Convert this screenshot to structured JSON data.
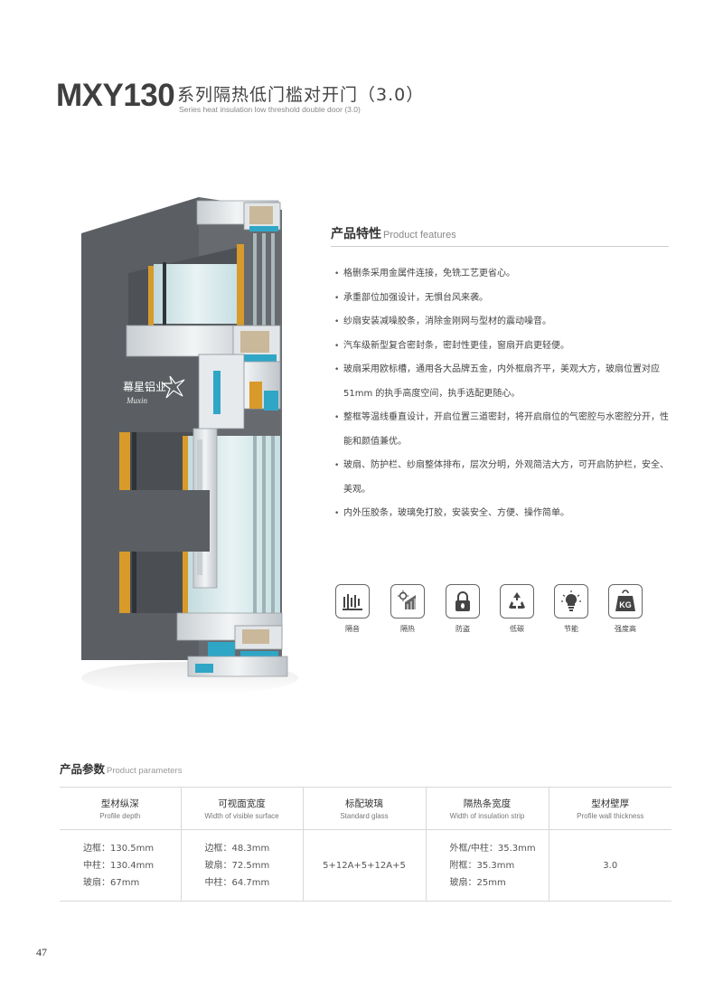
{
  "header": {
    "model": "MXY130",
    "title_cn": "系列隔热低门槛对开门（3.0）",
    "title_en": "Series heat insulation low threshold double door (3.0)"
  },
  "product_image": {
    "logo_cn": "幕星铝业",
    "logo_en": "Muxin"
  },
  "features": {
    "title_cn": "产品特性",
    "title_en": "Product features",
    "items": [
      "格删条采用金属件连接，免铣工艺更省心。",
      "承重部位加强设计，无惧台风来袭。",
      "纱扇安装减噪胶条，消除金刚网与型材的震动噪音。",
      "汽车级新型复合密封条，密封性更佳，窗扇开启更轻便。",
      "玻扇采用欧标槽，通用各大品牌五金，内外框扇齐平，美观大方，玻扇位置对应 51mm 的执手高度空间，执手选配更随心。",
      "整框等温线垂直设计，开启位置三道密封，将开启扇位的气密腔与水密腔分开，性能和颜值兼优。",
      "玻扇、防护栏、纱扇整体排布，层次分明，外观简洁大方，可开启防护栏，安全、美观。",
      "内外压胶条，玻璃免打胶，安装安全、方便、操作简单。"
    ]
  },
  "icons": [
    {
      "name": "sound-insulation-icon",
      "label": "隔音"
    },
    {
      "name": "heat-insulation-icon",
      "label": "隔热"
    },
    {
      "name": "anti-theft-icon",
      "label": "防盗"
    },
    {
      "name": "low-carbon-icon",
      "label": "低碳"
    },
    {
      "name": "energy-saving-icon",
      "label": "节能"
    },
    {
      "name": "high-strength-icon",
      "label": "强度高",
      "glyph": "KG"
    }
  ],
  "parameters": {
    "title_cn": "产品参数",
    "title_en": "Product parameters",
    "columns": [
      {
        "cn": "型材纵深",
        "en": "Profile depth"
      },
      {
        "cn": "可视面宽度",
        "en": "Width of visible surface"
      },
      {
        "cn": "标配玻璃",
        "en": "Standard glass"
      },
      {
        "cn": "隔热条宽度",
        "en": "Width of insulation strip"
      },
      {
        "cn": "型材壁厚",
        "en": "Profile wall thickness"
      }
    ],
    "row": [
      [
        "边框：130.5mm",
        "中柱：130.4mm",
        "玻扇：67mm"
      ],
      [
        "边框：48.3mm",
        "玻扇：72.5mm",
        "中柱：64.7mm"
      ],
      [
        "5+12A+5+12A+5"
      ],
      [
        "外框/中柱：35.3mm",
        "附框：35.3mm",
        "玻扇：25mm"
      ],
      [
        "3.0"
      ]
    ]
  },
  "page_number": "47",
  "colors": {
    "profile_gray": "#5b5f63",
    "aluminum": "#dde1e4",
    "thermal_strip": "#2fa6c6",
    "gasket_orange": "#d89a2a",
    "glass": "#cfe3e6"
  }
}
